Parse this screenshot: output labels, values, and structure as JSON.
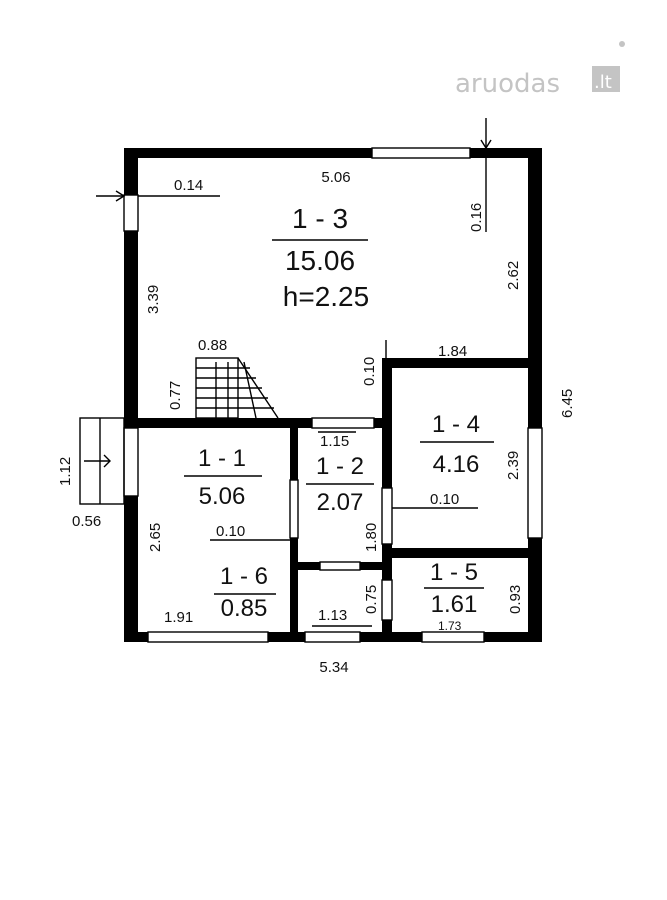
{
  "watermark": {
    "text": "aruodas",
    "suffix": ".lt"
  },
  "rooms": [
    {
      "id": "1 - 3",
      "area": "15.06",
      "extra": "h=2.25"
    },
    {
      "id": "1 - 1",
      "area": "5.06"
    },
    {
      "id": "1 - 2",
      "area": "2.07"
    },
    {
      "id": "1 - 4",
      "area": "4.16"
    },
    {
      "id": "1 - 5",
      "area": "1.61"
    },
    {
      "id": "1 - 6",
      "area": "0.85"
    }
  ],
  "dimensions": {
    "top_width": "5.06",
    "left_offset": "0.14",
    "window_depth": "0.16",
    "right_wall_upper": "2.62",
    "left_wall_upper": "3.39",
    "stair_width": "0.88",
    "stair_depth": "0.77",
    "partition_gap": "0.10",
    "room4_top": "1.84",
    "total_height": "6.45",
    "entry_width": "1.12",
    "entry_depth": "0.56",
    "room1_height": "2.65",
    "room1_partition": "0.10",
    "room2_width": "1.15",
    "room2_height": "1.80",
    "room4_height": "2.39",
    "room4_partition": "0.10",
    "room5_height": "0.93",
    "room5_width": "1.73",
    "room6_width": "1.13",
    "room6_height": "0.75",
    "room1_bottom": "1.91",
    "total_width": "5.34"
  }
}
